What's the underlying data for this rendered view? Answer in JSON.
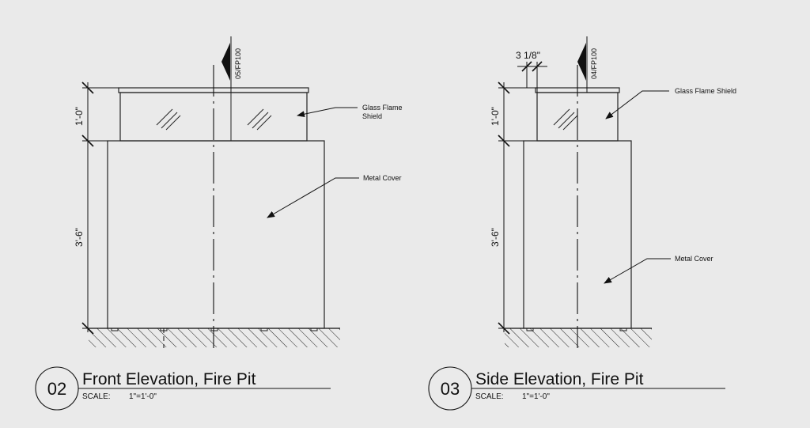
{
  "front": {
    "height_top": "1'-0\"",
    "height_body": "3'-6\"",
    "section_ref": "05/FP100",
    "note_glass_line1": "Glass Flame",
    "note_glass_line2": "Shield",
    "note_metal": "Metal Cover",
    "number": "02",
    "title": "Front Elevation, Fire Pit",
    "scale_label": "SCALE:",
    "scale_value": "1\"=1'-0\""
  },
  "side": {
    "width_dim": "3 1/8\"",
    "height_top": "1'-0\"",
    "height_body": "3'-6\"",
    "section_ref": "04/FP100",
    "note_glass": "Glass Flame Shield",
    "note_metal": "Metal Cover",
    "number": "03",
    "title": "Side Elevation, Fire Pit",
    "scale_label": "SCALE:",
    "scale_value": "1\"=1'-0\""
  }
}
